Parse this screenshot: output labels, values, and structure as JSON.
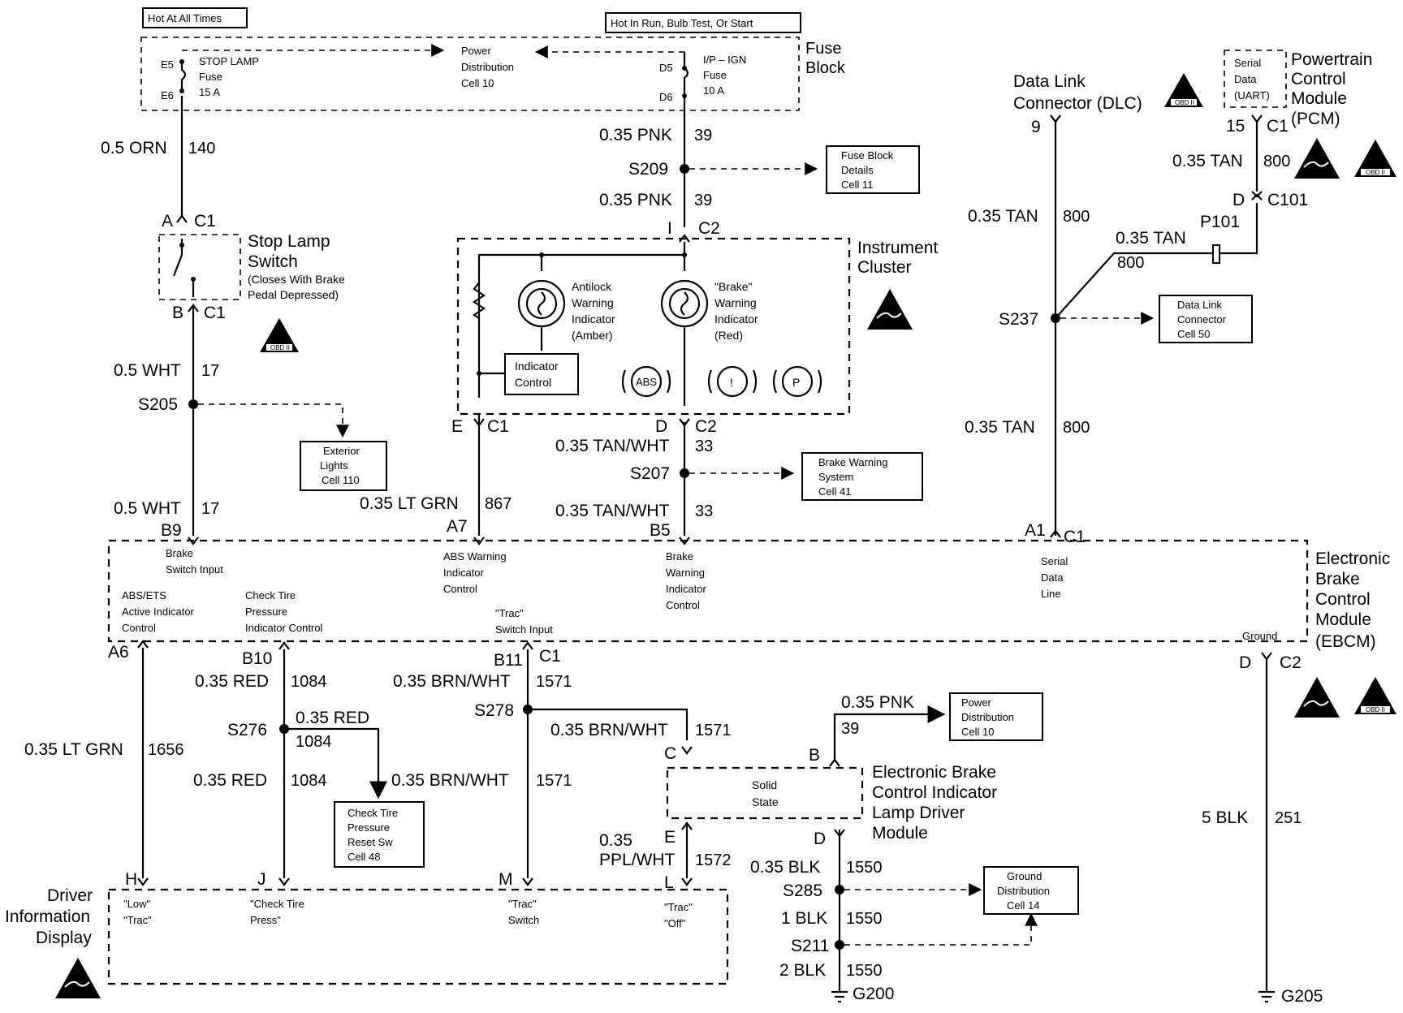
{
  "notes": {
    "hot_all_times": "Hot At All Times",
    "hot_run": "Hot In Run, Bulb Test, Or Start"
  },
  "fuse_block": {
    "title1": "Fuse",
    "title2": "Block",
    "stop_lamp": "STOP LAMP",
    "stop_fuse": "Fuse",
    "stop_amp": "15 A",
    "e5": "E5",
    "e6": "E6",
    "pd1": "Power",
    "pd2": "Distribution",
    "pd3": "Cell 10",
    "ign": "I/P – IGN",
    "ign_fuse": "Fuse",
    "ign_amp": "10 A",
    "d5": "D5",
    "d6": "D6"
  },
  "wires": {
    "orn": "0.5 ORN",
    "orn_num": "140",
    "pnk1": "0.35 PNK",
    "pnk1_num": "39",
    "s209": "S209",
    "pnk2": "0.35 PNK",
    "pnk2_num": "39",
    "wht1": "0.5 WHT",
    "wht1_num": "17",
    "s205": "S205",
    "wht2": "0.5 WHT",
    "wht2_num": "17",
    "ltgrn": "0.35 LT GRN",
    "ltgrn_num": "867",
    "tanwht1": "0.35 TAN/WHT",
    "tanwht1_num": "33",
    "s207": "S207",
    "tanwht2": "0.35 TAN/WHT",
    "tanwht2_num": "33",
    "tan1": "0.35 TAN",
    "tan1_num": "800",
    "tan2": "0.35 TAN",
    "tan2_num": "800",
    "tan3": "0.35 TAN",
    "tan3_num": "800",
    "tan4": "0.35 TAN",
    "tan4_num": "800",
    "s237": "S237",
    "p101": "P101",
    "ltgrn2": "0.35 LT GRN",
    "ltgrn2_num": "1656",
    "red1": "0.35 RED",
    "red1_num": "1084",
    "s276": "S276",
    "red2": "0.35 RED",
    "red2_num": "1084",
    "red3": "0.35 RED",
    "red3_num": "1084",
    "brn1": "0.35 BRN/WHT",
    "brn1_num": "1571",
    "s278": "S278",
    "brn2": "0.35 BRN/WHT",
    "brn2_num": "1571",
    "brn3": "0.35 BRN/WHT",
    "brn3_num": "1571",
    "ppl1": "0.35",
    "ppl2": "PPL/WHT",
    "ppl_num": "1572",
    "pnk3": "0.35 PNK",
    "pnk3_num": "39",
    "blk1": "0.35 BLK",
    "blk1_num": "1550",
    "s285": "S285",
    "blk2": "1 BLK",
    "blk2_num": "1550",
    "s211": "S211",
    "blk3": "2 BLK",
    "blk3_num": "1550",
    "g200": "G200",
    "blk5": "5 BLK",
    "blk5_num": "251",
    "g205": "G205"
  },
  "connectors": {
    "a": "A",
    "c1a": "C1",
    "b": "B",
    "c1b": "C1",
    "i": "I",
    "c2a": "C2",
    "e": "E",
    "c1c": "C1",
    "d": "D",
    "c2b": "C2",
    "b9": "B9",
    "a7": "A7",
    "b5": "B5",
    "a1": "A1",
    "c1d": "C1",
    "a6": "A6",
    "b10": "B10",
    "b11": "B11",
    "c1e": "C1",
    "dg": "D",
    "c2c": "C2",
    "nine": "9",
    "fifteen": "15",
    "c1f": "C1",
    "dd": "D",
    "c101": "C101",
    "cc": "C",
    "bb": "B",
    "ee": "E",
    "ll": "L",
    "dd2": "D",
    "h": "H",
    "j": "J",
    "m": "M"
  },
  "stop_switch": {
    "l1": "Stop Lamp",
    "l2": "Switch",
    "l3": "(Closes With Brake",
    "l4": "Pedal Depressed)"
  },
  "cluster": {
    "l1": "Instrument",
    "l2": "Cluster",
    "abs1": "Antilock",
    "abs2": "Warning",
    "abs3": "Indicator",
    "abs4": "(Amber)",
    "brk1": "\"Brake\"",
    "brk2": "Warning",
    "brk3": "Indicator",
    "brk4": "(Red)",
    "ic1": "Indicator",
    "ic2": "Control",
    "abs_sym": "ABS",
    "excl_sym": "!",
    "p_sym": "P"
  },
  "refs": {
    "fb1": "Fuse Block",
    "fb2": "Details",
    "fb3": "Cell 11",
    "ext1": "Exterior",
    "ext2": "Lights",
    "ext3": "Cell 110",
    "bws1": "Brake Warning",
    "bws2": "System",
    "bws3": "Cell 41",
    "dlc1": "Data Link",
    "dlc2": "Connector",
    "dlc3": "Cell 50",
    "pd1": "Power",
    "pd2": "Distribution",
    "pd3": "Cell 10",
    "ctp1": "Check Tire",
    "ctp2": "Pressure",
    "ctp3": "Reset Sw",
    "ctp4": "Cell 48",
    "gd1": "Ground",
    "gd2": "Distribution",
    "gd3": "Cell 14"
  },
  "dlc_label": {
    "l1": "Data Link",
    "l2": "Connector (DLC)"
  },
  "pcm": {
    "s1": "Serial",
    "s2": "Data",
    "s3": "(UART)",
    "l1": "Powertrain",
    "l2": "Control",
    "l3": "Module",
    "l4": "(PCM)"
  },
  "ebcm": {
    "l1": "Electronic",
    "l2": "Brake",
    "l3": "Control",
    "l4": "Module",
    "l5": "(EBCM)",
    "bsi1": "Brake",
    "bsi2": "Switch Input",
    "absw1": "ABS Warning",
    "absw2": "Indicator",
    "absw3": "Control",
    "bwi1": "Brake",
    "bwi2": "Warning",
    "bwi3": "Indicator",
    "bwi4": "Control",
    "sdl1": "Serial",
    "sdl2": "Data",
    "sdl3": "Line",
    "ets1": "ABS/ETS",
    "ets2": "Active Indicator",
    "ets3": "Control",
    "ctp1": "Check Tire",
    "ctp2": "Pressure",
    "ctp3": "Indicator Control",
    "trac1": "\"Trac\"",
    "trac2": "Switch Input",
    "gnd": "Ground"
  },
  "lamp_driver": {
    "l1": "Electronic Brake",
    "l2": "Control Indicator",
    "l3": "Lamp Driver",
    "l4": "Module",
    "ss1": "Solid",
    "ss2": "State"
  },
  "did": {
    "l1": "Driver",
    "l2": "Information",
    "l3": "Display",
    "low1": "\"Low\"",
    "low2": "\"Trac\"",
    "ctp1": "\"Check Tire",
    "ctp2": "Press\"",
    "ts1": "\"Trac\"",
    "ts2": "Switch",
    "off1": "\"Trac\"",
    "off2": "\"Off\""
  },
  "badges": {
    "obd": "OBD II",
    "roman": "II"
  }
}
